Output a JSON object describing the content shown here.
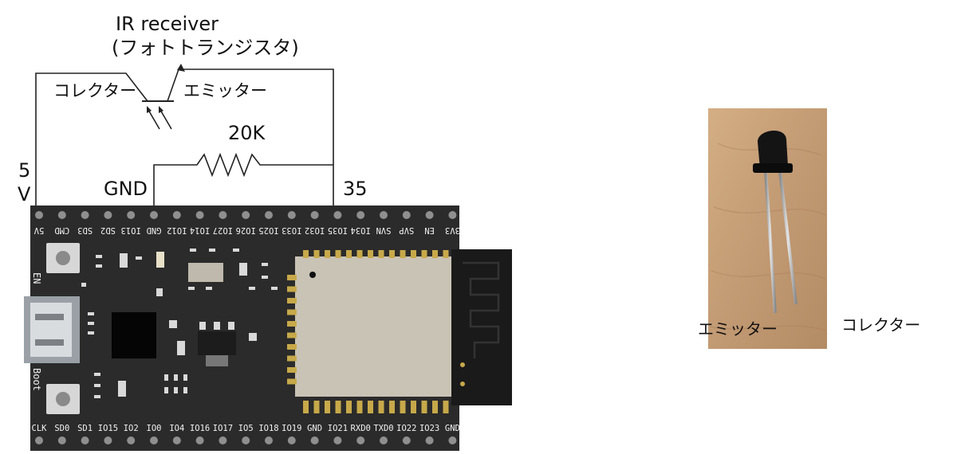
{
  "schematic": {
    "title_line1": "IR receiver",
    "title_line2": "(フォトトランジスタ)",
    "collector_label": "コレクター",
    "emitter_label": "エミッター",
    "resistor_label": "20K",
    "vcc_label_line1": "5",
    "vcc_label_line2": "V",
    "gnd_label": "GND",
    "pin_label": "35"
  },
  "board": {
    "top_pins": [
      "5V",
      "CMD",
      "SD3",
      "SD2",
      "IO13",
      "GND",
      "IO12",
      "IO14",
      "IO27",
      "IO26",
      "IO25",
      "IO33",
      "IO32",
      "IO35",
      "IO34",
      "SVN",
      "SVP",
      "EN",
      "3V3"
    ],
    "bottom_pins": [
      "CLK",
      "SD0",
      "SD1",
      "IO15",
      "IO2",
      "IO0",
      "IO4",
      "IO16",
      "IO17",
      "IO5",
      "IO18",
      "IO19",
      "GND",
      "IO21",
      "RXD0",
      "TXD0",
      "IO22",
      "IO23",
      "GND"
    ],
    "en_button_label": "EN",
    "boot_button_label": "Boot"
  },
  "photo": {
    "emitter_caption": "エミッター",
    "collector_caption": "コレクター"
  },
  "colors": {
    "board": "#2b2b2b",
    "module": "#c9c3b5",
    "antenna": "#1a1a1a",
    "photo_wood": "#c29a73",
    "wire": "#222222"
  }
}
